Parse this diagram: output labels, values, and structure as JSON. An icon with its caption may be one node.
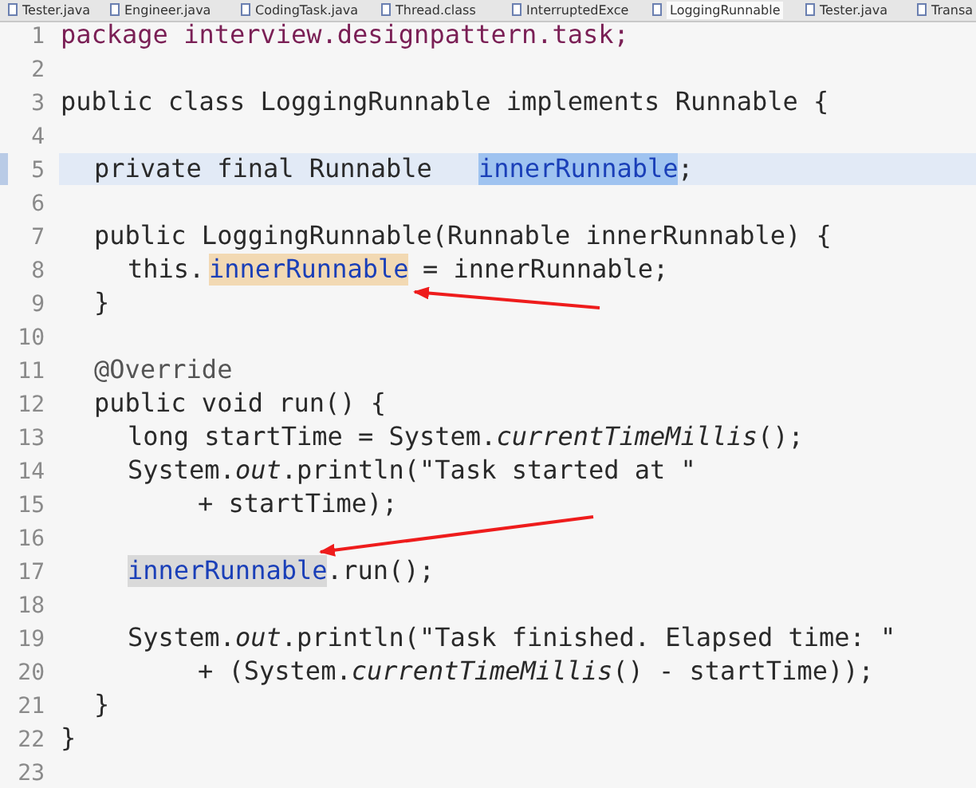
{
  "diagram": {
    "nodes": [
      {
        "text": [
          "innerRunnable"
        ]
      },
      {
        "text": [
          "innerRunnable"
        ]
      },
      {
        "text": [
          "innerRunnable"
        ]
      }
    ],
    "edges": [
      {
        "from": null,
        "to": 1,
        "arrow": "to",
        "color": "#ee1c1c"
      },
      {
        "from": null,
        "to": 2,
        "arrow": "to",
        "color": "#ee1c1c"
      }
    ],
    "labels": [
      "Tester.java",
      "Engineer.java",
      "CodingTask.java",
      "Thread.class",
      "InterruptedExce",
      "LoggingRunnable",
      "Tester.java",
      "Transa",
      "1",
      "package interview.designpattern.task;",
      "2",
      "3",
      "public class LoggingRunnable implements Runnable {",
      "4",
      "5",
      "private final Runnable",
      ";",
      "6",
      "7",
      "public LoggingRunnable(Runnable innerRunnable) {",
      "8",
      "this.",
      "= innerRunnable;",
      "9",
      "}",
      "10",
      "11",
      "@Override",
      "12",
      "public void run() {",
      "13",
      "long startTime = System.*currentTimeMillis*();",
      "14",
      "System.*out*.println(\"Task started at \"",
      "15",
      "+ startTime);",
      "16",
      "17",
      ".run();",
      "18",
      "19",
      "System.*out*.println(\"Task finished. Elapsed time: \"",
      "20",
      "+ (System.*currentTimeMillis*() - startTime));",
      "21",
      "}",
      "22",
      "}",
      "23"
    ]
  }
}
